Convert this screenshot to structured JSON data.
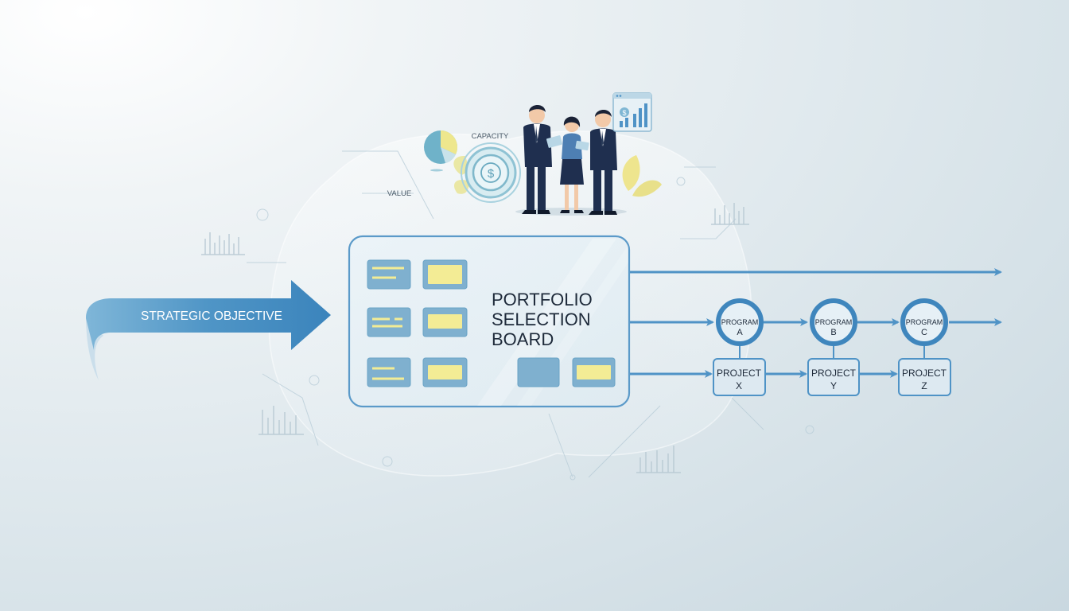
{
  "labels": {
    "strategic_objective": "STRATEGIC OBJECTIVE",
    "board_line1": "PORTFOLIO",
    "board_line2": "SELECTION",
    "board_line3": "BOARD",
    "capacity": "CAPACITY",
    "value": "VALUE"
  },
  "programs": [
    {
      "line1": "PROGRAM",
      "line2": "A"
    },
    {
      "line1": "PROGRAM",
      "line2": "B"
    },
    {
      "line1": "PROGRAM",
      "line2": "C"
    }
  ],
  "projects": [
    {
      "line1": "PROJECT",
      "line2": "X"
    },
    {
      "line1": "PROJECT",
      "line2": "Y"
    },
    {
      "line1": "PROJECT",
      "line2": "Z"
    }
  ],
  "colors": {
    "accent_blue": "#3f86bd",
    "arrow_blue": "#4f93c6",
    "card_yellow": "#f3ec95",
    "dark_navy": "#1f2f4f",
    "board_border": "#5b9ac9"
  }
}
